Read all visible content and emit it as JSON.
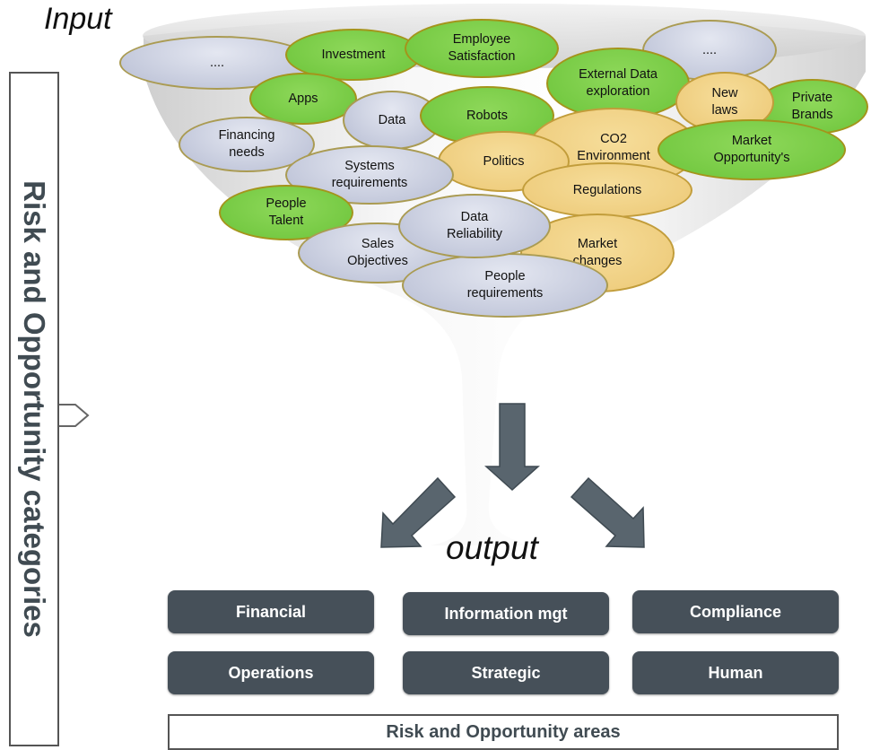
{
  "labels": {
    "input": "Input",
    "output": "output"
  },
  "side_label": "Risk and Opportunity categories",
  "inputs": [
    {
      "text": "....",
      "color": "grey"
    },
    {
      "text": "Investment",
      "color": "green"
    },
    {
      "text": "Employee\nSatisfaction",
      "color": "green"
    },
    {
      "text": "....",
      "color": "grey"
    },
    {
      "text": "Apps",
      "color": "green"
    },
    {
      "text": "External Data\nexploration",
      "color": "green"
    },
    {
      "text": "Data",
      "color": "grey"
    },
    {
      "text": "Robots",
      "color": "green"
    },
    {
      "text": "Private\nBrands",
      "color": "green"
    },
    {
      "text": "New\nlaws",
      "color": "yellow"
    },
    {
      "text": "Financing\nneeds",
      "color": "grey"
    },
    {
      "text": "CO2\nEnvironment",
      "color": "yellow"
    },
    {
      "text": "Politics",
      "color": "yellow"
    },
    {
      "text": "Market\nOpportunity's",
      "color": "green"
    },
    {
      "text": "Regulations",
      "color": "yellow"
    },
    {
      "text": "Systems\nrequirements",
      "color": "grey"
    },
    {
      "text": "People\nTalent",
      "color": "green"
    },
    {
      "text": "Market\nchanges",
      "color": "yellow"
    },
    {
      "text": "Sales\nObjectives",
      "color": "grey"
    },
    {
      "text": "People\nrequirements",
      "color": "grey"
    },
    {
      "text": "Data\nReliability",
      "color": "grey"
    }
  ],
  "categories": [
    "Financial",
    "Information mgt",
    "Compliance",
    "Operations",
    "Strategic",
    "Human"
  ],
  "areas_label": "Risk and Opportunity areas",
  "colors": {
    "green": "#76c843",
    "yellow": "#f0d08a",
    "grey": "#c5cadd",
    "category_box": "#465059",
    "arrow": "#59656e"
  }
}
